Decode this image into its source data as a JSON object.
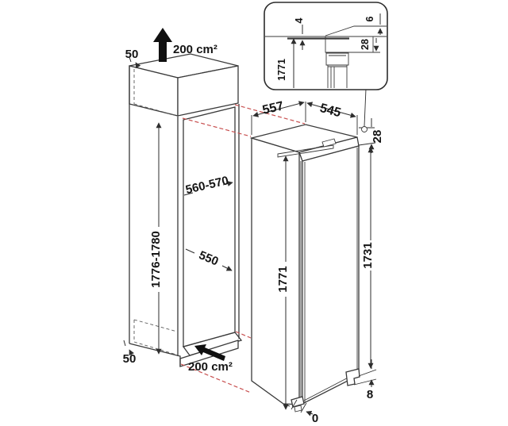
{
  "title": "Built-in refrigerator installation dimensions diagram",
  "colors": {
    "line": "#3a3a3a",
    "panel_gray": "#b1b1b1",
    "floor_gray": "#e2e2e2",
    "red_dashed": "#c85050",
    "arrow_black": "#101010",
    "background": "#ffffff"
  },
  "cabinet": {
    "gap_top": "50",
    "vent_top_area": "200 cm²",
    "niche_width": "560-570",
    "niche_depth": "550",
    "niche_height": "1776-1780",
    "gap_bottom": "50",
    "vent_bottom_area": "200 cm²"
  },
  "appliance": {
    "depth": "557",
    "width": "545",
    "height": "1771",
    "door_height": "1731",
    "top_clearance": "28",
    "bottom_clearance": "8",
    "front_clearance": "0"
  },
  "inset_detail": {
    "top_gap": "4",
    "top_edge": "6",
    "top_recess": "28",
    "height": "1771"
  }
}
